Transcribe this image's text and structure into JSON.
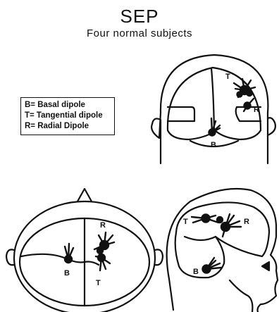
{
  "title": "SEP",
  "subtitle": "Four normal subjects",
  "legend": [
    "B= Basal dipole",
    "T= Tangential dipole",
    "R= Radial Dipole"
  ],
  "labels": {
    "back": {
      "t": "T",
      "r": "R",
      "b": "B"
    },
    "top": {
      "r": "R",
      "b": "B",
      "t": "T"
    },
    "side": {
      "t": "T",
      "r": "R",
      "b": "B"
    }
  }
}
